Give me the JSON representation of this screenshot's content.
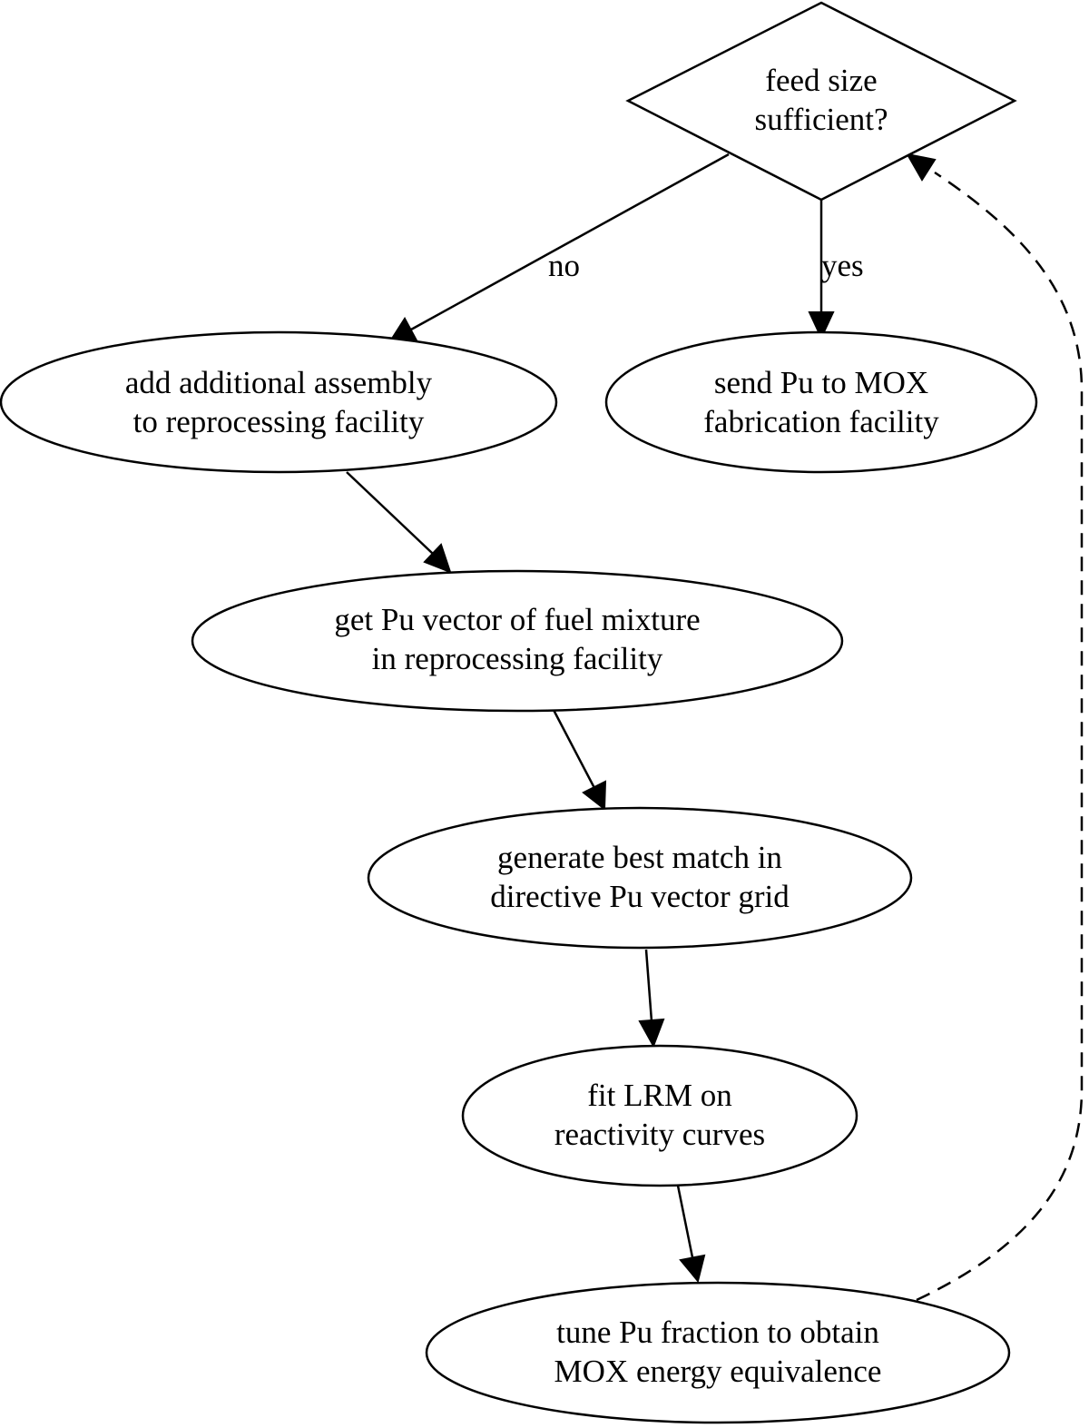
{
  "nodes": {
    "decision": {
      "line1": "feed size",
      "line2": "sufficient?"
    },
    "add_assembly": {
      "line1": "add additional assembly",
      "line2": "to reprocessing facility"
    },
    "send_pu": {
      "line1": "send Pu to MOX",
      "line2": "fabrication facility"
    },
    "get_vector": {
      "line1": "get Pu vector of fuel mixture",
      "line2": "in reprocessing facility"
    },
    "best_match": {
      "line1": "generate best match in",
      "line2": "directive Pu vector grid"
    },
    "fit_lrm": {
      "line1": "fit LRM on",
      "line2": "reactivity curves"
    },
    "tune_pu": {
      "line1": "tune Pu fraction to obtain",
      "line2": "MOX energy equivalence"
    }
  },
  "edges": {
    "no_label": "no",
    "yes_label": "yes"
  }
}
